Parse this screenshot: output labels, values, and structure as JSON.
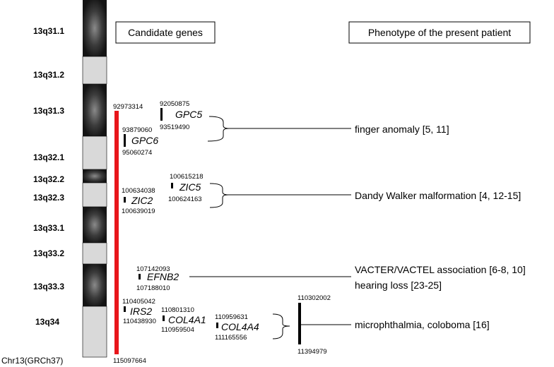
{
  "chromosome_label": "Chr13(GRCh37)",
  "headers": {
    "candidate_genes": "Candidate genes",
    "phenotype": "Phenotype of the present patient"
  },
  "bands": [
    {
      "name": "13q31.1",
      "stain": "dark"
    },
    {
      "name": "13q31.2",
      "stain": "light"
    },
    {
      "name": "13q31.3",
      "stain": "dark"
    },
    {
      "name": "13q32.1",
      "stain": "light"
    },
    {
      "name": "13q32.2",
      "stain": "dark"
    },
    {
      "name": "13q32.3",
      "stain": "light"
    },
    {
      "name": "13q33.1",
      "stain": "dark"
    },
    {
      "name": "13q33.2",
      "stain": "light"
    },
    {
      "name": "13q33.3",
      "stain": "dark"
    },
    {
      "name": "13q34",
      "stain": "light"
    }
  ],
  "deletion": {
    "start": "92973314",
    "end": "115097664",
    "color": "#e8161b"
  },
  "genes": [
    {
      "name": "GPC5",
      "start": "92050875",
      "end": "93519490"
    },
    {
      "name": "GPC6",
      "start": "93879060",
      "end": "95060274"
    },
    {
      "name": "ZIC5",
      "start": "100615218",
      "end": "100624163"
    },
    {
      "name": "ZIC2",
      "start": "100634038",
      "end": "100639019"
    },
    {
      "name": "EFNB2",
      "start": "107142093",
      "end": "107188010"
    },
    {
      "name": "IRS2",
      "start": "110405042",
      "end": "110438930"
    },
    {
      "name": "COL4A1",
      "start": "110801310",
      "end": "110959504"
    },
    {
      "name": "COL4A4",
      "start": "110959631",
      "end": "111165556"
    }
  ],
  "region": {
    "start": "110302002",
    "end": "11394979"
  },
  "phenotypes": [
    {
      "text": "finger anomaly [5, 11]"
    },
    {
      "text": "Dandy Walker malformation [4, 12-15]"
    },
    {
      "text": "VACTER/VACTEL association [6-8, 10]"
    },
    {
      "text": "hearing loss [23-25]"
    },
    {
      "text": "microphthalmia, coloboma [16]"
    }
  ]
}
